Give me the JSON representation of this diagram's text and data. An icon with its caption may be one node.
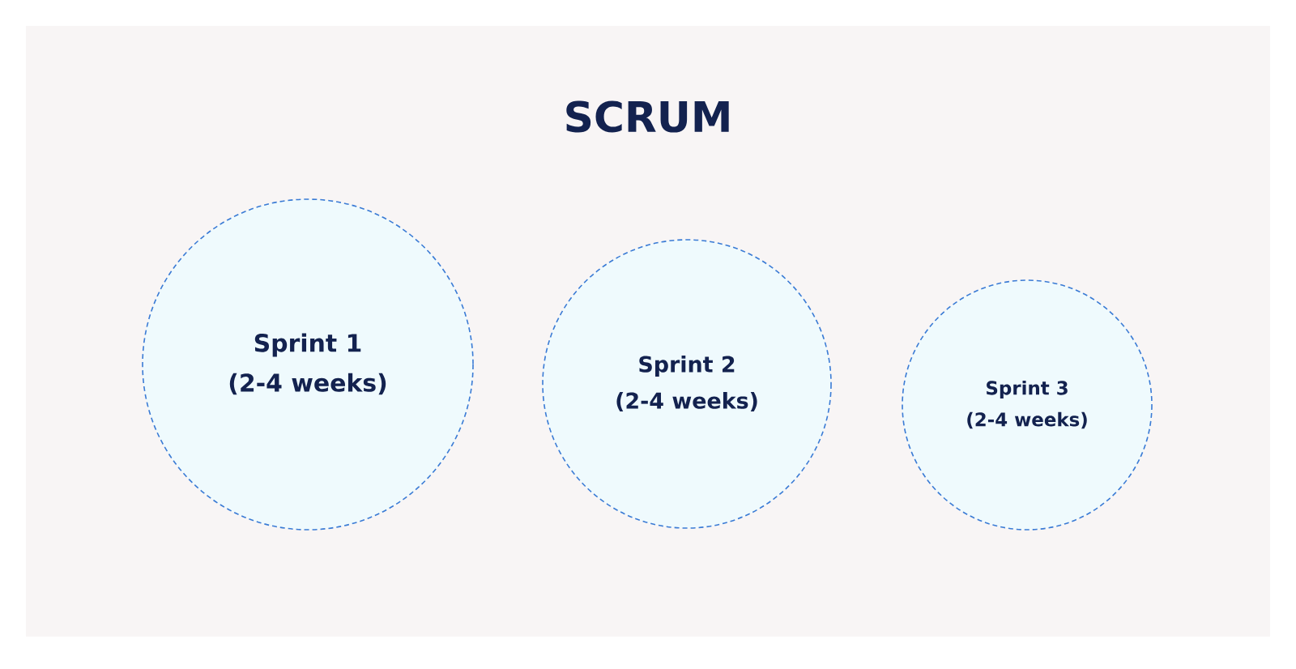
{
  "diagram": {
    "title": "SCRUM",
    "nodes": [
      {
        "text": [
          "Sprint 1",
          "(2-4 weeks)"
        ]
      },
      {
        "text": [
          "Sprint 2",
          "(2-4 weeks)"
        ]
      },
      {
        "text": [
          "Sprint 3",
          "(2-4 weeks)"
        ]
      }
    ]
  }
}
